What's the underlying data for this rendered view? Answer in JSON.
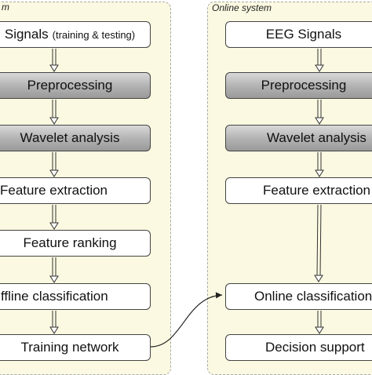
{
  "offline_panel": {
    "title": "m",
    "steps": [
      {
        "label": "Signals",
        "note": "(training & testing)",
        "shaded": false
      },
      {
        "label": "Preprocessing",
        "note": "",
        "shaded": true
      },
      {
        "label": "Wavelet analysis",
        "note": "",
        "shaded": true
      },
      {
        "label": "Feature extraction",
        "note": "",
        "shaded": false
      },
      {
        "label": "Feature ranking",
        "note": "",
        "shaded": false
      },
      {
        "label": "ffline classification",
        "note": "",
        "shaded": false
      },
      {
        "label": "Training network",
        "note": "",
        "shaded": false
      }
    ]
  },
  "online_panel": {
    "title": "Online system",
    "steps": [
      {
        "label": "EEG Signals",
        "shaded": false
      },
      {
        "label": "Preprocessing",
        "shaded": true
      },
      {
        "label": "Wavelet analysis",
        "shaded": true
      },
      {
        "label": "Feature extraction",
        "shaded": false
      },
      {
        "label": "Online classification",
        "shaded": false
      },
      {
        "label": "Decision support",
        "shaded": false
      }
    ]
  }
}
